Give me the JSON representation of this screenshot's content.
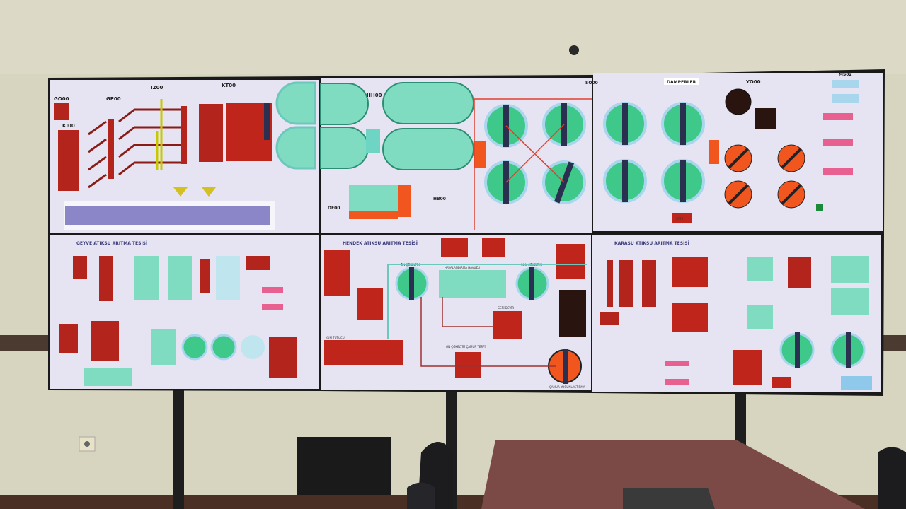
{
  "wall": {
    "top_row": {
      "panel_1": {
        "labels": [
          "GO00",
          "KI00",
          "GP00",
          "IZ00",
          "KT00"
        ]
      },
      "panel_2": {
        "labels": [
          "HH00",
          "DE00",
          "HB00"
        ]
      },
      "panel_3": {
        "labels": [
          "SO00",
          "DAMPERLER",
          "YO00",
          "MS02",
          "SATS"
        ]
      }
    },
    "bottom_row": {
      "panel_1": {
        "title": "GEYVE ATIKSU ARITMA TESİSİ"
      },
      "panel_2": {
        "title": "HENDEK ATIKSU ARITMA TESİSİ",
        "labels": [
          "ÖN ÇÖKELTİM",
          "HAVALANDIRMA HAVUZU",
          "SON ÇÖKELTİM",
          "GERİ DEVİR",
          "ÖN ÇÖKELTİM ÇAMUR TERFİ",
          "KUM TUTUCU",
          "ÇAMUR YOĞUNLAŞTIRMA"
        ]
      },
      "panel_3": {
        "title": "KARASU ATIKSU ARITMA TESİSİ"
      }
    }
  },
  "colors": {
    "background_screen": "#e6e4f2",
    "equipment_red": "#c0251b",
    "tank_green": "#3ec98a",
    "tank_teal": "#7fdcc0",
    "sludge_orange": "#f0561e",
    "pipe_teal": "#6cc7bd",
    "wall": "#d9d6c2"
  }
}
